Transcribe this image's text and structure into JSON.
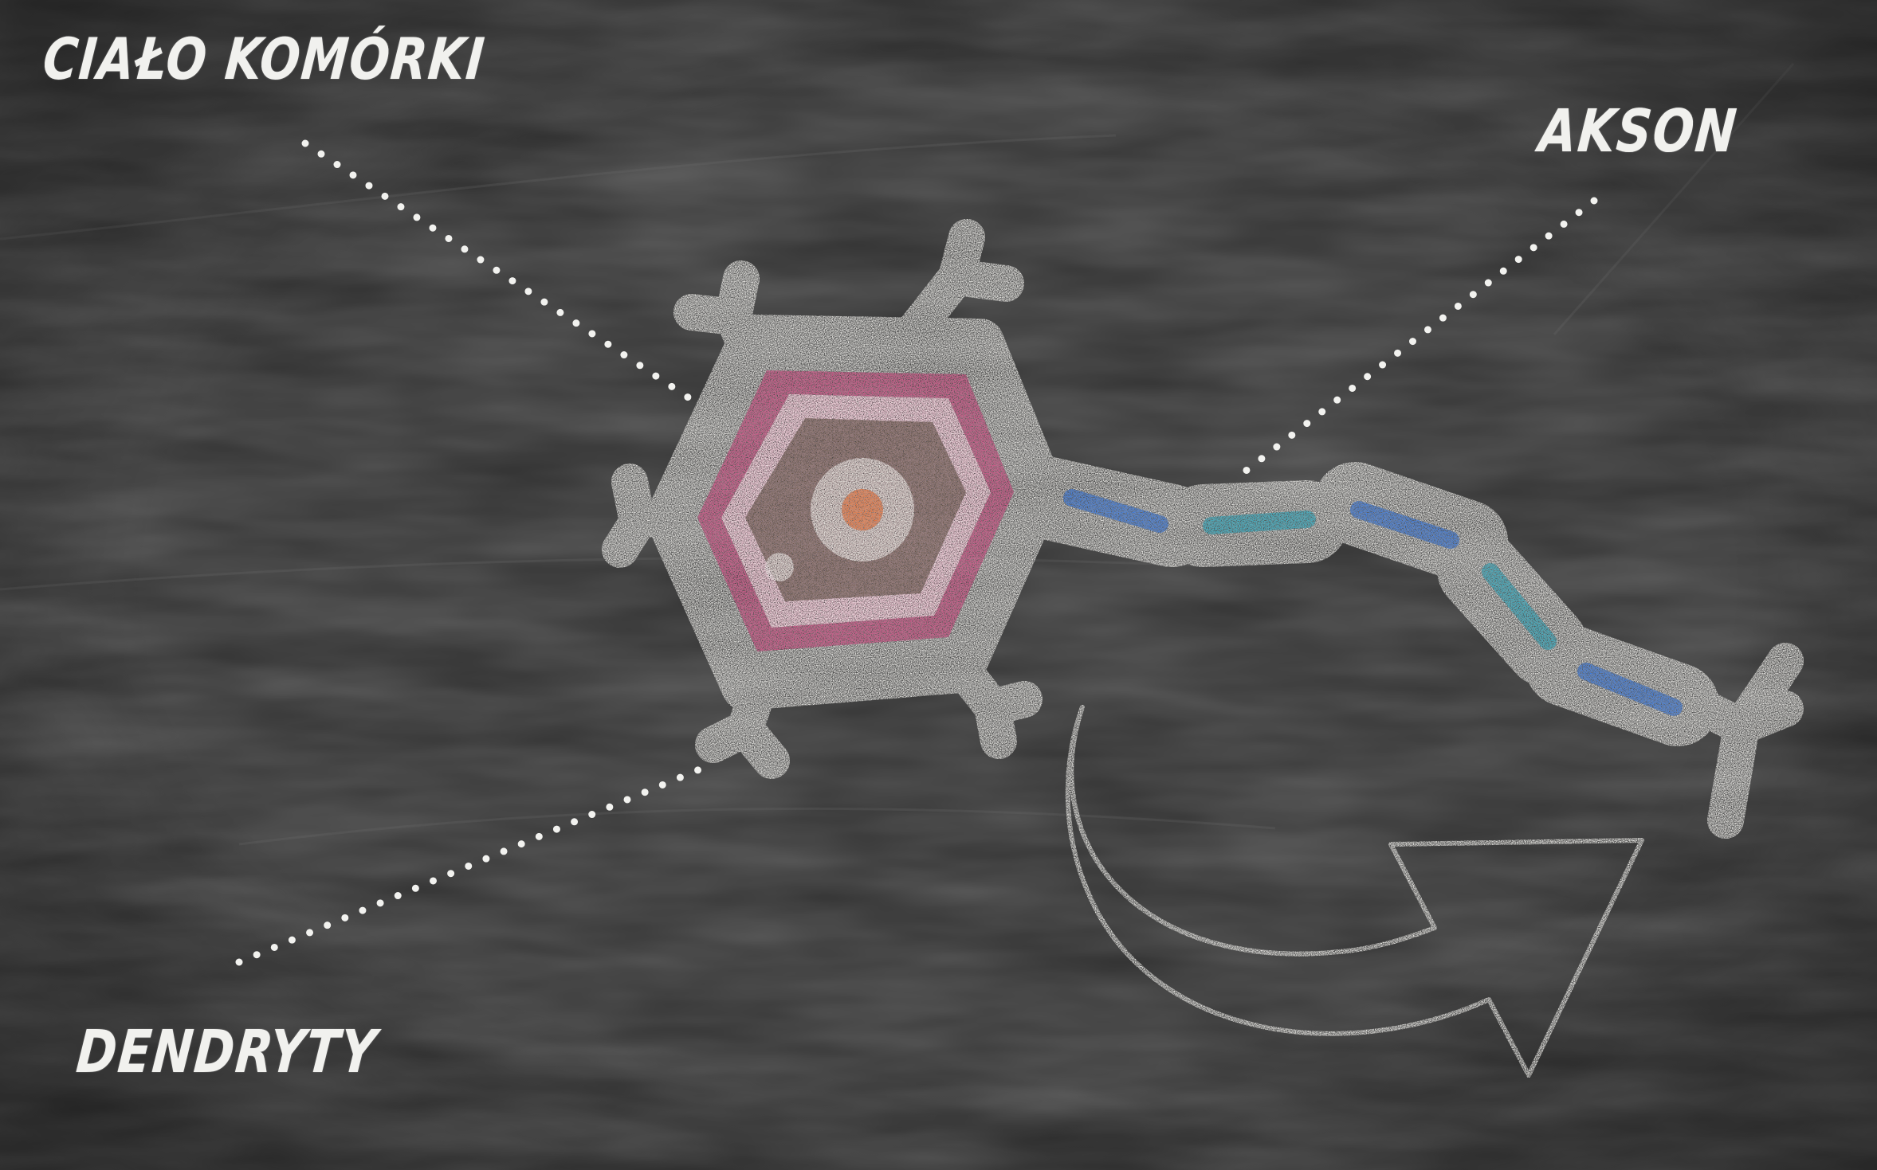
{
  "labels": {
    "cell_body": "CIAŁO KOMÓRKI",
    "axon": "AKSON",
    "dendrites": "DENDRYTY"
  },
  "colors": {
    "board": "#2f2f2f",
    "chalk": "#ecebe7",
    "membrane": "#c8427a",
    "cytoplasm": "#5b4c3e",
    "nucleolus": "#e0662c",
    "myelin_blue": "#2f6fd6",
    "myelin_teal": "#2aa3b9"
  },
  "icons": {
    "arrow": "curved-arrow-icon"
  }
}
